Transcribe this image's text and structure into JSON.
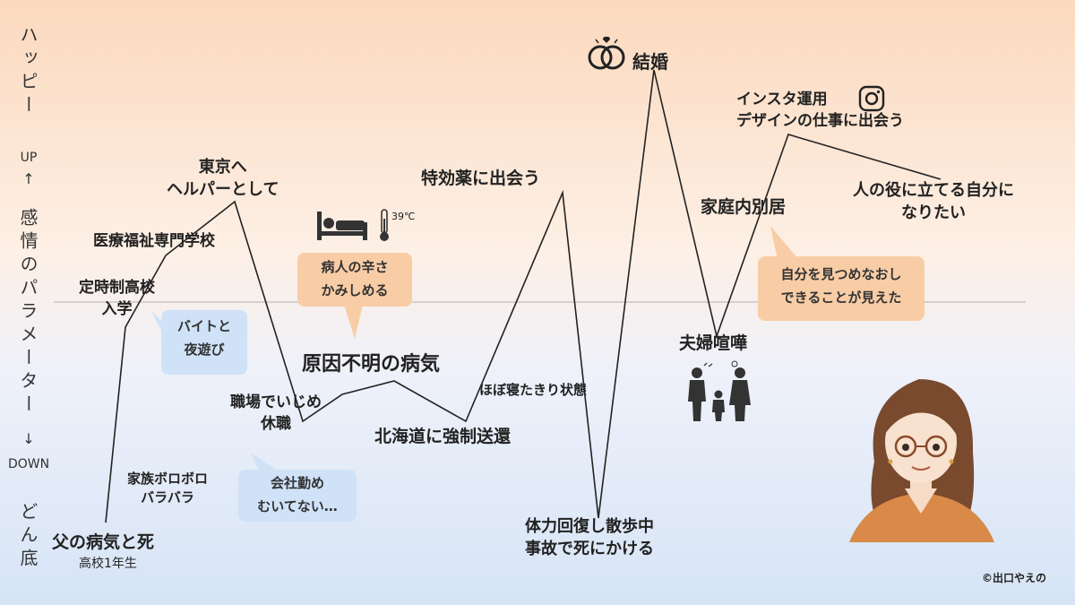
{
  "axis": {
    "top": "ハッピー",
    "up": "UP",
    "up_arrow": "↑",
    "middle": "感情のパラメーター",
    "down_arrow": "↓",
    "down": "DOWN",
    "bottom": "どん底"
  },
  "events": {
    "father_illness": "父の病気と死",
    "father_sub": "高校1年生",
    "family": [
      "家族ボロボロ",
      "バラバラ"
    ],
    "night_school": [
      "定時制高校",
      "入学"
    ],
    "welfare_school": "医療福祉専門学校",
    "tokyo": [
      "東京へ",
      "ヘルパーとして"
    ],
    "bullying": [
      "職場でいじめ",
      "休職"
    ],
    "unknown_illness": "原因不明の病気",
    "hokkaido": "北海道に強制送還",
    "bedridden": "ほぼ寝たきり状態",
    "medicine": "特効薬に出会う",
    "accident": [
      "体力回復し散歩中",
      "事故で死にかける"
    ],
    "marriage": "結婚",
    "separation": "家庭内別居",
    "quarrel": "夫婦喧嘩",
    "instagram": [
      "インスタ運用",
      "デザインの仕事に出会う"
    ],
    "goal": [
      "人の役に立てる自分に",
      "なりたい"
    ]
  },
  "bubbles": {
    "baito": [
      "バイトと",
      "夜遊び"
    ],
    "sick": [
      "病人の辛さ",
      "かみしめる"
    ],
    "company": [
      "会社勤め",
      "むいてない…"
    ],
    "self": [
      "自分を見つめなおし",
      "できることが見えた"
    ]
  },
  "thermo_label": "39℃",
  "copyright": "©出口やえの",
  "colors": {
    "line": "#222222",
    "peach_bubble": "#f8cda6",
    "blue_bubble": "#cfe2f8",
    "baseline": "#b0b0b0"
  },
  "icons": [
    "bed-icon",
    "thermometer-icon",
    "rings-icon",
    "instagram-icon",
    "quarrel-family-icon",
    "woman-portrait-icon"
  ]
}
